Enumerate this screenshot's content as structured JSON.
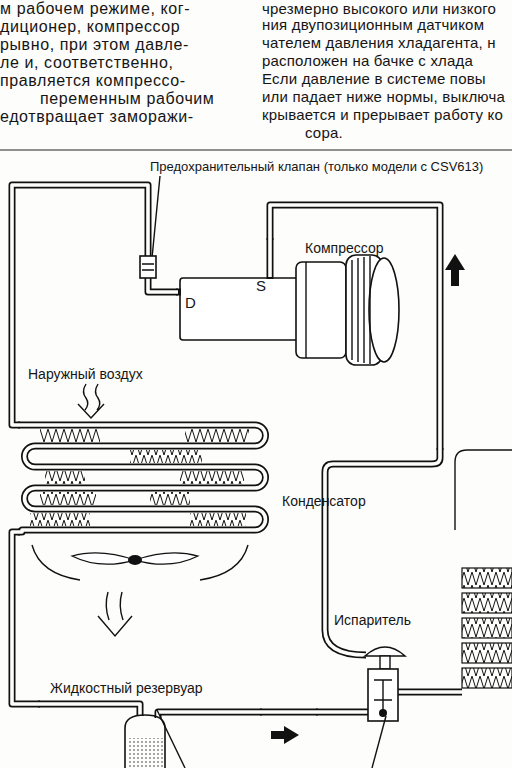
{
  "diagram": {
    "nodes": [
      {
        "text": [
          "Компрессор",
          "D",
          "S"
        ]
      },
      {
        "text": [
          "Конденсатор"
        ]
      },
      {
        "text": [
          "Испаритель"
        ]
      },
      {
        "text": [
          "Жидкостный резервуар"
        ]
      }
    ],
    "edges": [
      {
        "from": 0,
        "to": 1,
        "arrow": "none"
      },
      {
        "from": 1,
        "to": 3,
        "arrow": "none"
      },
      {
        "from": 3,
        "to": 2,
        "arrow": "none"
      },
      {
        "from": 2,
        "to": 0,
        "arrow": "none"
      }
    ],
    "labels": [
      "м рабочем режиме, ког-",
      "диционер, компрессор",
      "рывно, при этом давле-",
      "ле и, соответственно,",
      "правляется компрессо-",
      "переменным рабочим",
      "едотвращает заморажи-",
      "чрезмерно высокого или низкого",
      "ния двупозиционным датчиком",
      "чателем давления хладагента, н",
      "расположен на бачке с хлада",
      "Если давление в системе повы",
      "или падает ниже нормы, выключа",
      "крывается и прерывает работу ко",
      "сора.",
      "Предохранительный клапан (только модели с CSV613)",
      "Наружный воздух"
    ]
  }
}
